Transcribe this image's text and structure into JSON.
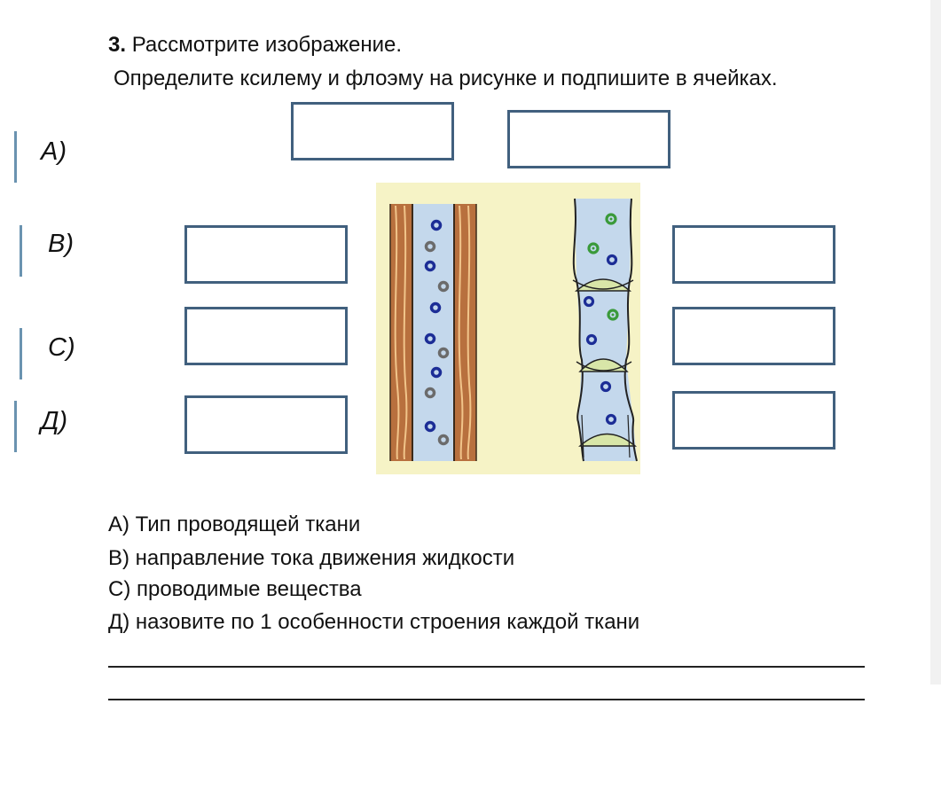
{
  "question": {
    "number": "3.",
    "title": "Рассмотрите изображение.",
    "instruction": "Определите ксилему и флоэму на рисунке и подпишите в ячейках."
  },
  "row_labels": [
    "А)",
    "В)",
    "С)",
    "Д)"
  ],
  "legend": [
    "А) Тип проводящей ткани",
    "В) направление тока движения жидкости",
    "С) проводимые вещества",
    "Д) назовите по 1 особенности строения  каждой ткани"
  ],
  "answer_lines": [
    "_______________________________________________________________",
    "_______________________________________________________________"
  ],
  "colors": {
    "box_border": "#41607e",
    "figure_background": "#f6f3c6",
    "vessel_fill": "#c4d8ec",
    "xylem_wall": "#b8703e",
    "sieve_plate": "#d8e6a8",
    "solute_blue": "#1c2d96",
    "solute_gray": "#6b6b6b",
    "solute_green": "#3a9a3a"
  }
}
